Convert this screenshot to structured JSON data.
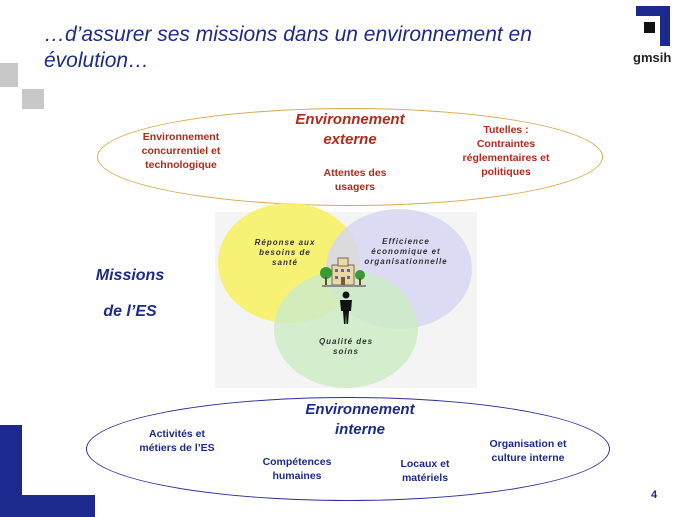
{
  "title": {
    "line1": "…d’assurer  ses missions dans un environnement en",
    "line2": "évolution…"
  },
  "logo": {
    "text": "gmsih"
  },
  "external": {
    "heading_line1": "Environnement",
    "heading_line2": "externe",
    "items": [
      {
        "line1": "Environnement",
        "line2": "concurrentiel et",
        "line3": "technologique"
      },
      {
        "line1": "Attentes des",
        "line2": "usagers"
      },
      {
        "line1": "Tutelles :",
        "line2": "Contraintes",
        "line3": "réglementaires et",
        "line4": "politiques"
      }
    ]
  },
  "missions": {
    "line1": "Missions",
    "line2": "de l’ES"
  },
  "circles": [
    {
      "line1": "Réponse aux",
      "line2": "besoins de",
      "line3": "santé",
      "color": "#f6f06a"
    },
    {
      "line1": "Efficience",
      "line2": "économique et",
      "line3": "organisationnelle",
      "color": "#d6d6f2"
    },
    {
      "line1": "Qualité des",
      "line2": "soins",
      "color": "#cdebc6"
    }
  ],
  "internal": {
    "heading_line1": "Environnement",
    "heading_line2": "interne",
    "items": [
      {
        "line1": "Activités et",
        "line2": "métiers de l’ES"
      },
      {
        "line1": "Compétences",
        "line2": "humaines"
      },
      {
        "line1": "Locaux et",
        "line2": "matériels"
      },
      {
        "line1": "Organisation et",
        "line2": "culture interne"
      }
    ]
  },
  "page_number": "4",
  "colors": {
    "navy": "#1b2a8c",
    "red": "#b22a1a",
    "gold": "#d8a84a",
    "grey_square": "#c8c8c8"
  }
}
